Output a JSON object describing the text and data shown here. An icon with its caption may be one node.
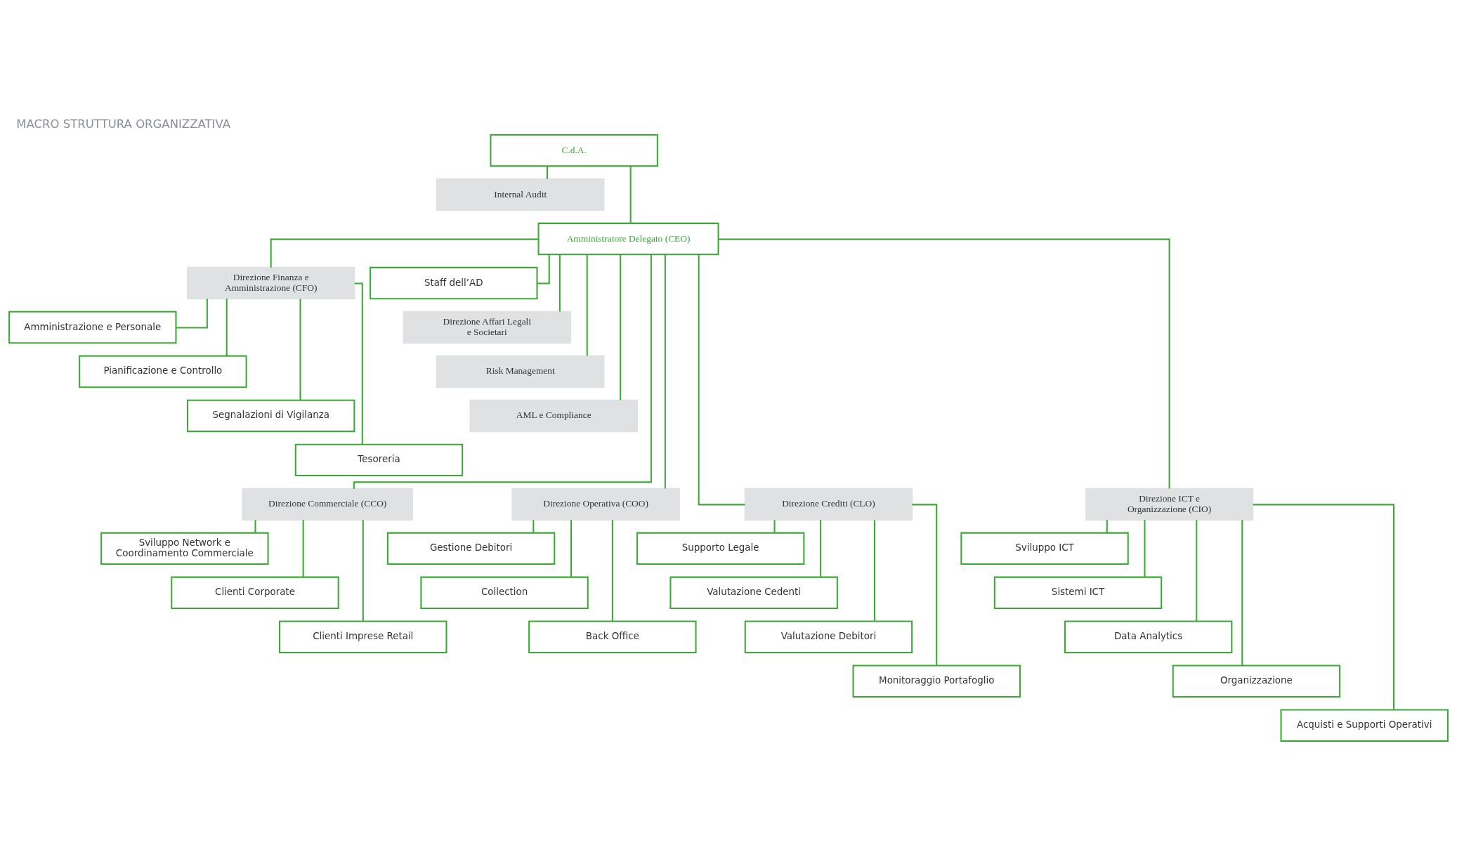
{
  "diagram": {
    "title": "MACRO STRUTTURA ORGANIZZATIVA",
    "nodes": [
      {
        "text": [
          "C.d.A."
        ]
      },
      {
        "text": [
          "Internal Audit"
        ]
      },
      {
        "text": [
          "Amministratore Delegato (CEO)"
        ]
      },
      {
        "text": [
          "Direzione Finanza e Amministrazione (CFO)"
        ]
      },
      {
        "text": [
          "Staff dell’AD"
        ]
      },
      {
        "text": [
          "Direzione Affari Legali e Societari"
        ]
      },
      {
        "text": [
          "Risk Management"
        ]
      },
      {
        "text": [
          "AML e Compliance"
        ]
      },
      {
        "text": [
          "Amministrazione e Personale"
        ]
      },
      {
        "text": [
          "Pianificazione e Controllo"
        ]
      },
      {
        "text": [
          "Segnalazioni di Vigilanza"
        ]
      },
      {
        "text": [
          "Tesoreria"
        ]
      },
      {
        "text": [
          "Direzione Commerciale (CCO)"
        ]
      },
      {
        "text": [
          "Direzione Operativa (COO)"
        ]
      },
      {
        "text": [
          "Direzione Crediti (CLO)"
        ]
      },
      {
        "text": [
          "Direzione ICT e Organizzazione (CIO)"
        ]
      },
      {
        "text": [
          "Sviluppo Network e Coordinamento Commerciale"
        ]
      },
      {
        "text": [
          "Clienti Corporate"
        ]
      },
      {
        "text": [
          "Clienti Imprese Retail"
        ]
      },
      {
        "text": [
          "Gestione Debitori"
        ]
      },
      {
        "text": [
          "Collection"
        ]
      },
      {
        "text": [
          "Back Office"
        ]
      },
      {
        "text": [
          "Supporto Legale"
        ]
      },
      {
        "text": [
          "Valutazione Cedenti"
        ]
      },
      {
        "text": [
          "Valutazione Debitori"
        ]
      },
      {
        "text": [
          "Monitoraggio Portafoglio"
        ]
      },
      {
        "text": [
          "Sviluppo ICT"
        ]
      },
      {
        "text": [
          "Sistemi ICT"
        ]
      },
      {
        "text": [
          "Data Analytics"
        ]
      },
      {
        "text": [
          "Organizzazione"
        ]
      },
      {
        "text": [
          "Acquisti e Supporti Operativi"
        ]
      }
    ],
    "edges": [
      {
        "from": 0,
        "to": 2,
        "arrow": "none"
      },
      {
        "from": 0,
        "to": 1,
        "arrow": "none"
      },
      {
        "from": 2,
        "to": 3,
        "arrow": "none"
      },
      {
        "from": 2,
        "to": 4,
        "arrow": "none"
      },
      {
        "from": 2,
        "to": 5,
        "arrow": "none"
      },
      {
        "from": 2,
        "to": 6,
        "arrow": "none"
      },
      {
        "from": 2,
        "to": 7,
        "arrow": "none"
      },
      {
        "from": 3,
        "to": 8,
        "arrow": "none"
      },
      {
        "from": 3,
        "to": 9,
        "arrow": "none"
      },
      {
        "from": 3,
        "to": 10,
        "arrow": "none"
      },
      {
        "from": 3,
        "to": 11,
        "arrow": "none"
      },
      {
        "from": 2,
        "to": 12,
        "arrow": "none"
      },
      {
        "from": 2,
        "to": 13,
        "arrow": "none"
      },
      {
        "from": 2,
        "to": 14,
        "arrow": "none"
      },
      {
        "from": 2,
        "to": 15,
        "arrow": "none"
      },
      {
        "from": 12,
        "to": 16,
        "arrow": "none"
      },
      {
        "from": 12,
        "to": 17,
        "arrow": "none"
      },
      {
        "from": 12,
        "to": 18,
        "arrow": "none"
      },
      {
        "from": 13,
        "to": 19,
        "arrow": "none"
      },
      {
        "from": 13,
        "to": 20,
        "arrow": "none"
      },
      {
        "from": 13,
        "to": 21,
        "arrow": "none"
      },
      {
        "from": 14,
        "to": 22,
        "arrow": "none"
      },
      {
        "from": 14,
        "to": 23,
        "arrow": "none"
      },
      {
        "from": 14,
        "to": 24,
        "arrow": "none"
      },
      {
        "from": 14,
        "to": 25,
        "arrow": "none"
      },
      {
        "from": 15,
        "to": 26,
        "arrow": "none"
      },
      {
        "from": 15,
        "to": 27,
        "arrow": "none"
      },
      {
        "from": 15,
        "to": 28,
        "arrow": "none"
      },
      {
        "from": 15,
        "to": 29,
        "arrow": "none"
      },
      {
        "from": 15,
        "to": 30,
        "arrow": "none"
      }
    ]
  }
}
